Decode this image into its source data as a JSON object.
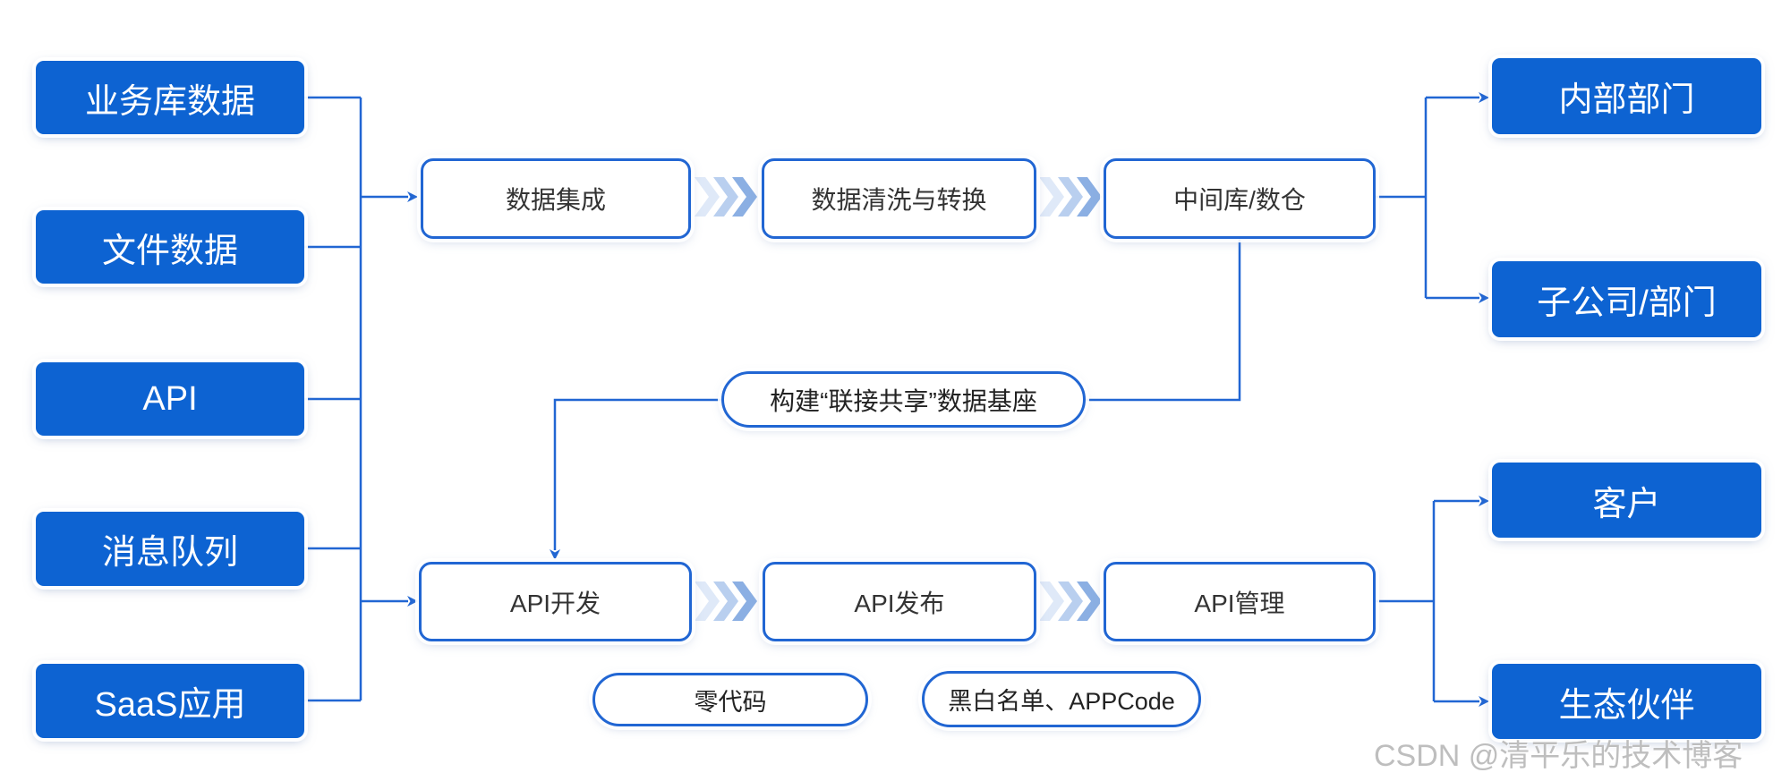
{
  "diagram": {
    "sources": [
      "业务库数据",
      "文件数据",
      "API",
      "消息队列",
      "SaaS应用"
    ],
    "data_flow": [
      "数据集成",
      "数据清洗与转换",
      "中间库/数仓"
    ],
    "api_flow": [
      "API开发",
      "API发布",
      "API管理"
    ],
    "center_banner": "构建“联接共享”数据基座",
    "api_tags": [
      "零代码",
      "黑白名单、APPCode"
    ],
    "data_consumers": [
      "内部部门",
      "子公司/部门"
    ],
    "api_consumers": [
      "客户",
      "生态伙伴"
    ]
  },
  "watermark": "CSDN @清平乐的技术博客",
  "colors": {
    "node_fill": "#0d63d2",
    "node_text": "#ffffff",
    "line": "#2166d3",
    "chevron_light": "#dfe9f8",
    "chevron_mid": "#b9cfef",
    "chevron_dark": "#8bafe3",
    "watermark_gray": "#bababa"
  }
}
